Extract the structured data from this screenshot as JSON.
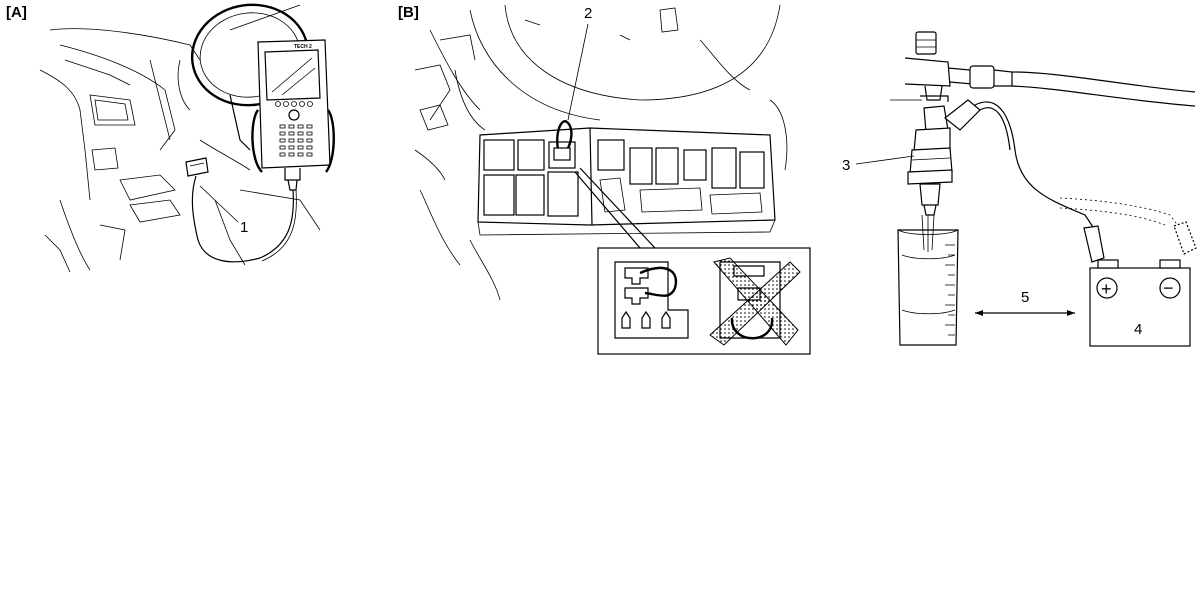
{
  "panels": {
    "a": "[A]",
    "b": "[B]"
  },
  "callouts": {
    "c1": "1",
    "c2": "2",
    "c3": "3",
    "c4": "4",
    "c5": "5"
  },
  "scan_tool_text": "TECH 2",
  "battery": {
    "positive": "+",
    "negative": "−"
  }
}
